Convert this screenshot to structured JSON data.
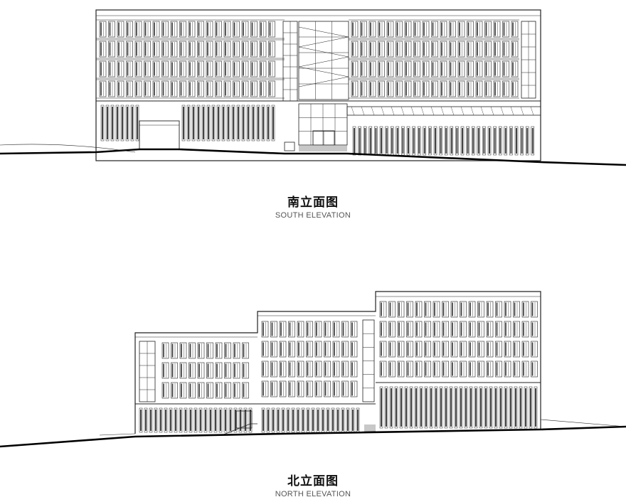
{
  "south": {
    "title_cn": "南立面图",
    "title_en": "SOUTH ELEVATION"
  },
  "north": {
    "title_cn": "北立面图",
    "title_en": "NORTH ELEVATION"
  },
  "colors": {
    "line": "#222222",
    "ground": "#000000",
    "background": "#ffffff"
  }
}
